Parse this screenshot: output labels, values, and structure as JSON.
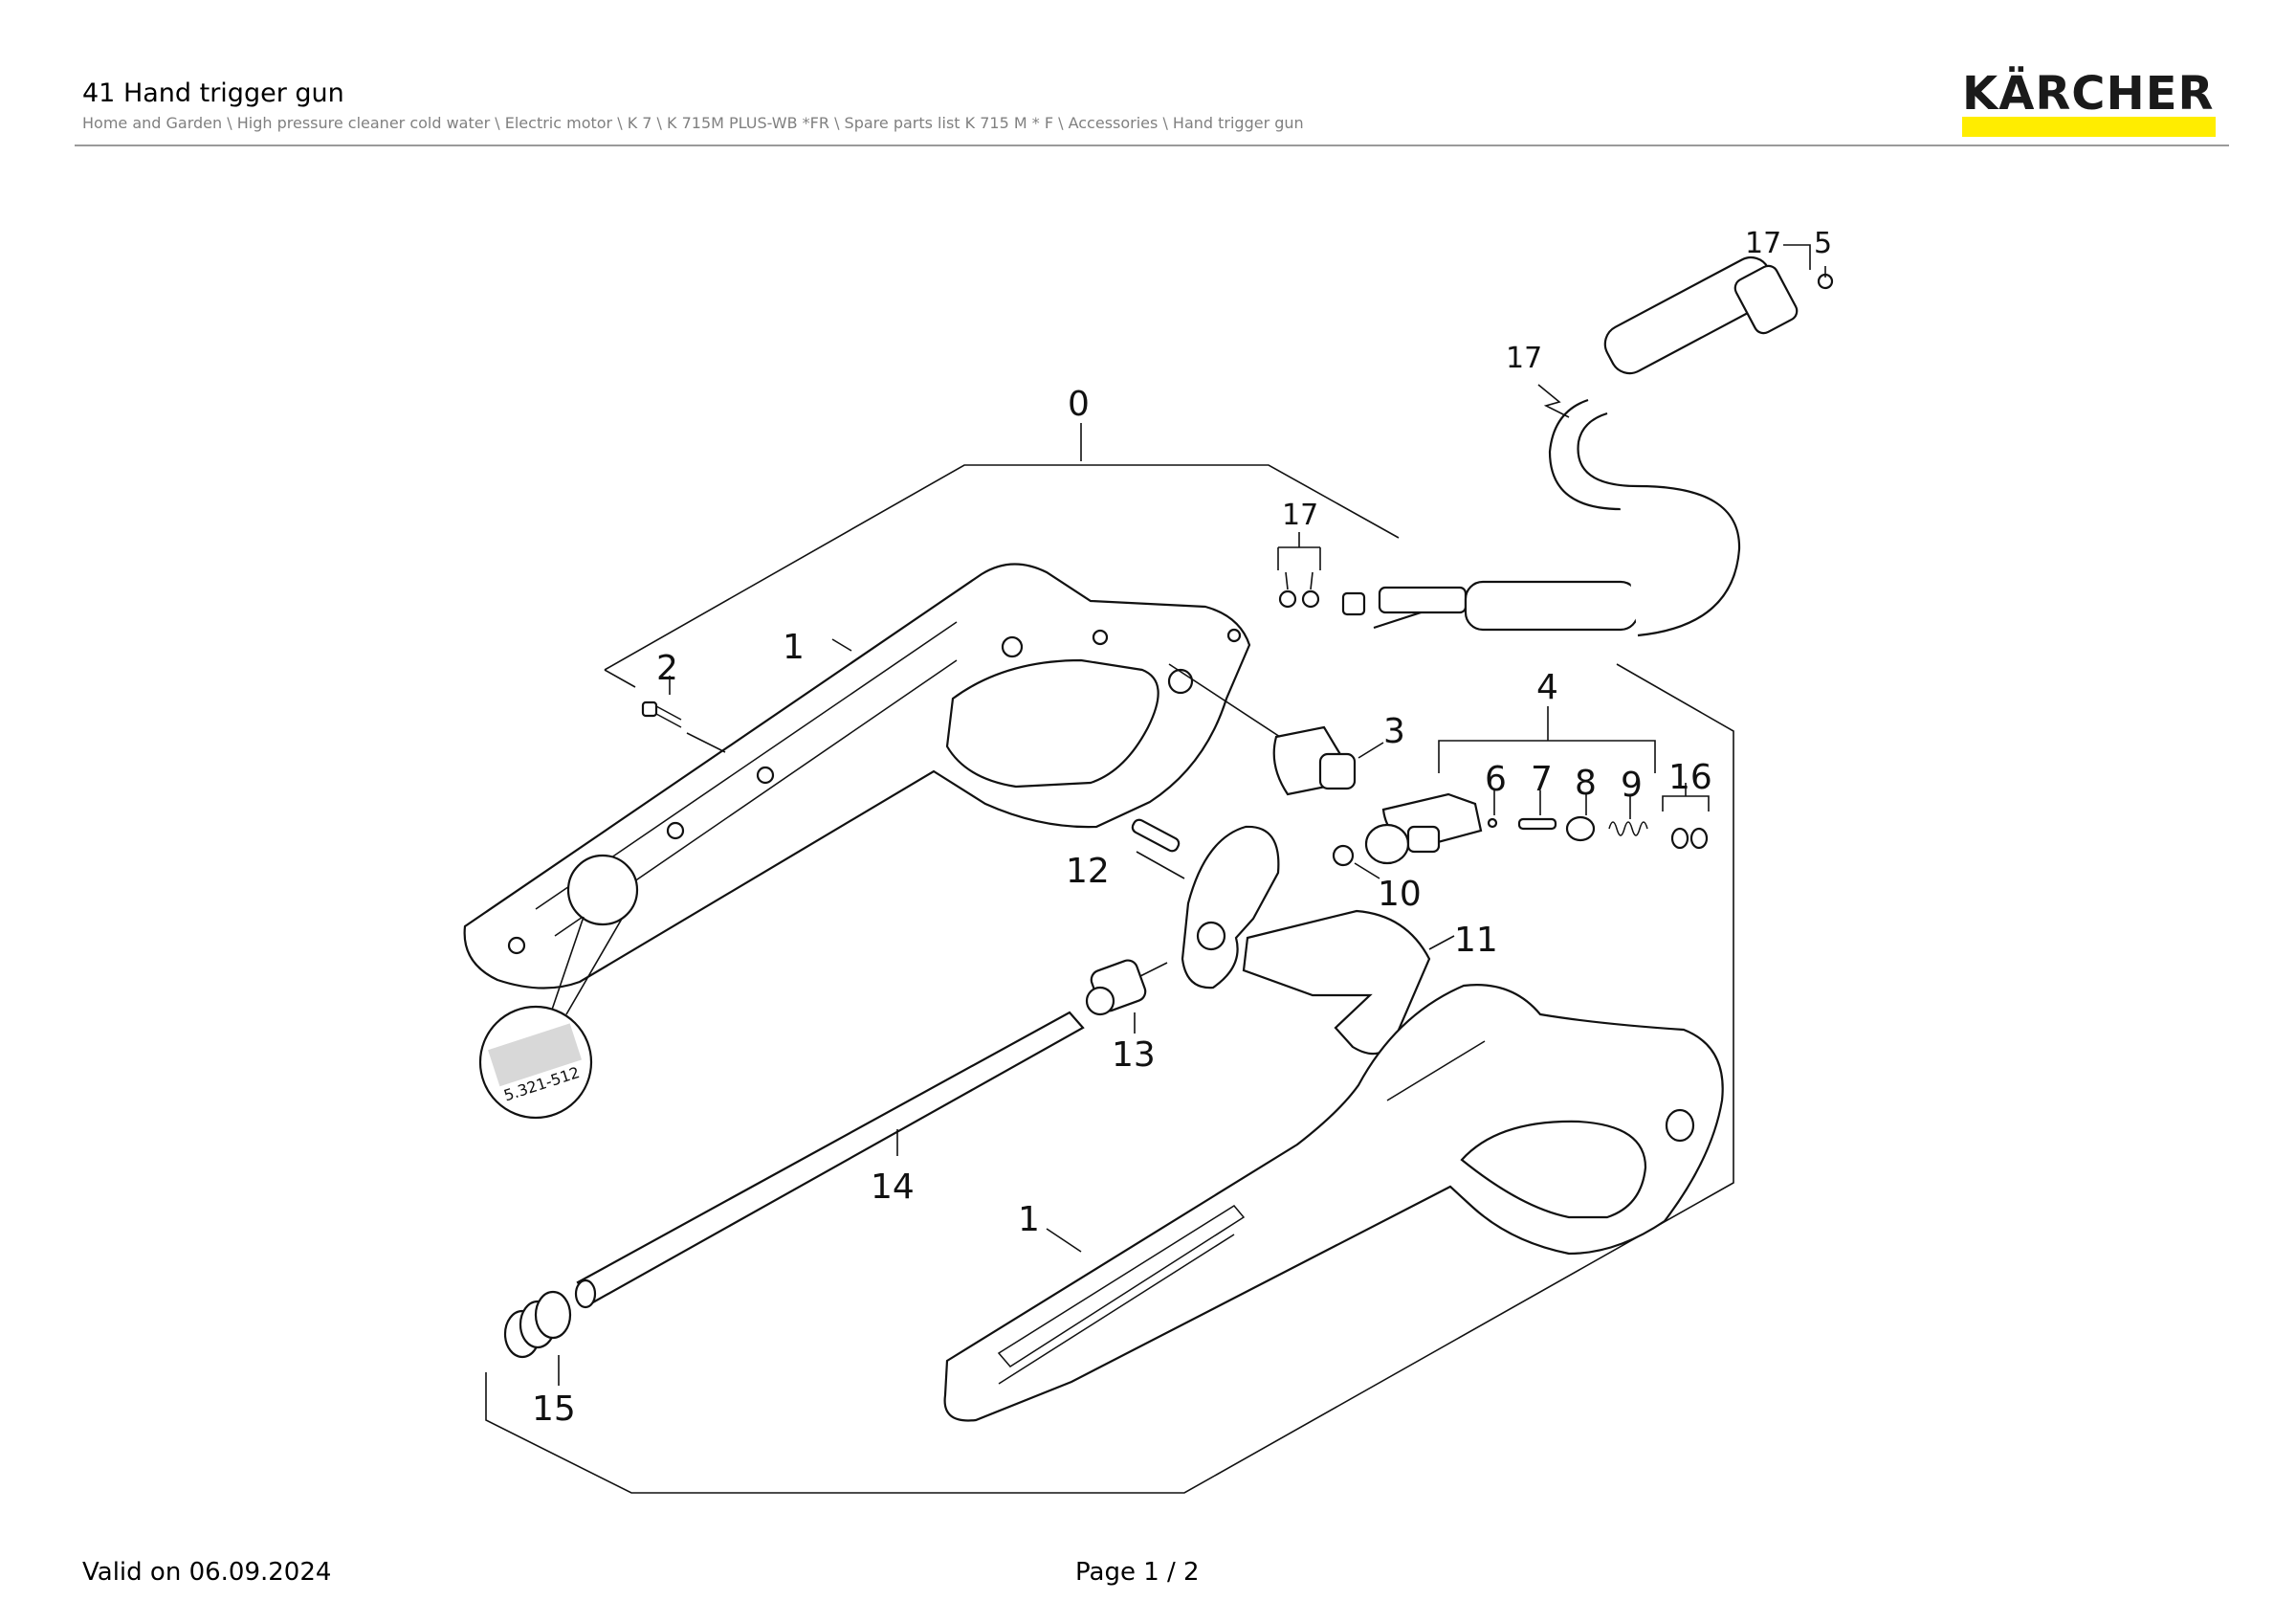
{
  "document": {
    "title": "41 Hand trigger gun",
    "breadcrumb": "Home and Garden \\ High pressure cleaner cold water \\ Electric motor \\ K 7 \\ K 715M PLUS-WB *FR \\ Spare parts list K 715 M * F \\ Accessories \\ Hand trigger gun",
    "brand": "KÄRCHER",
    "brand_color": "#ffed00"
  },
  "diagram": {
    "callouts": {
      "c0": "0",
      "c1a": "1",
      "c1b": "1",
      "c2": "2",
      "c3": "3",
      "c4": "4",
      "c5": "5",
      "c6": "6",
      "c7": "7",
      "c8": "8",
      "c9": "9",
      "c10": "10",
      "c11": "11",
      "c12": "12",
      "c13": "13",
      "c14": "14",
      "c15": "15",
      "c16": "16",
      "c17a": "17",
      "c17b": "17",
      "c17c": "17"
    },
    "detail_marking": "5.321-512"
  },
  "footer": {
    "valid": "Valid on 06.09.2024",
    "page": "Page 1 / 2"
  }
}
